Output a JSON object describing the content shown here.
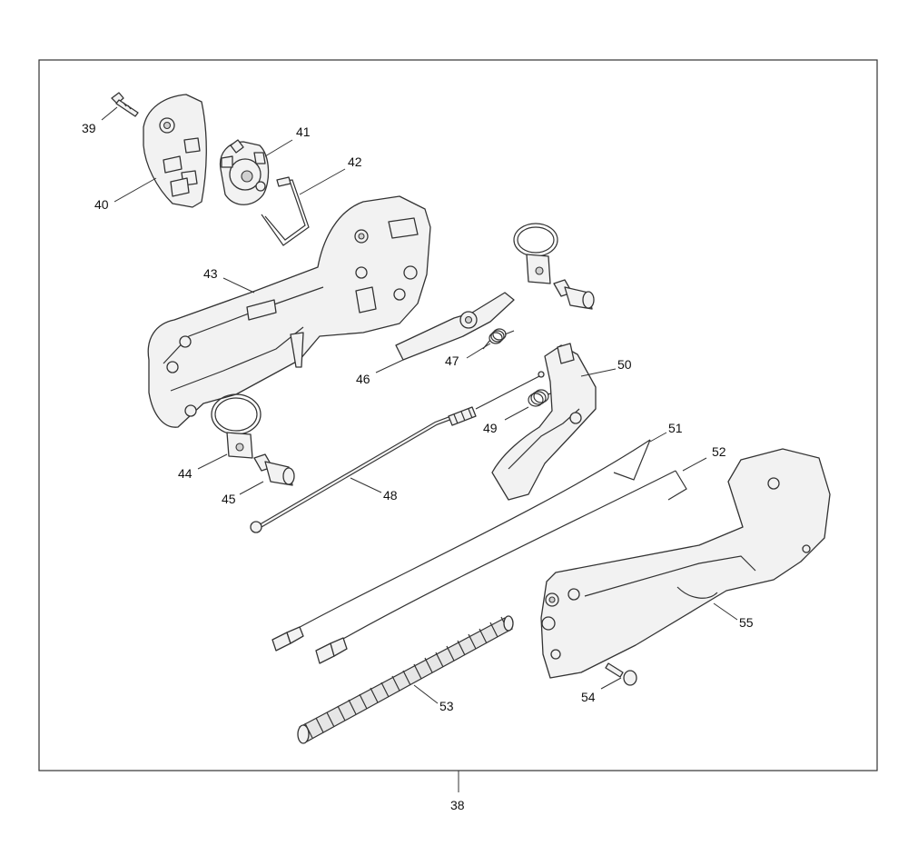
{
  "assembly_callout": "38",
  "callouts": {
    "p39": "39",
    "p40": "40",
    "p41": "41",
    "p42": "42",
    "p43": "43",
    "p44": "44",
    "p45": "45",
    "p46": "46",
    "p47": "47",
    "p48": "48",
    "p49": "49",
    "p50": "50",
    "p51": "51",
    "p52": "52",
    "p53": "53",
    "p54": "54",
    "p55": "55"
  }
}
